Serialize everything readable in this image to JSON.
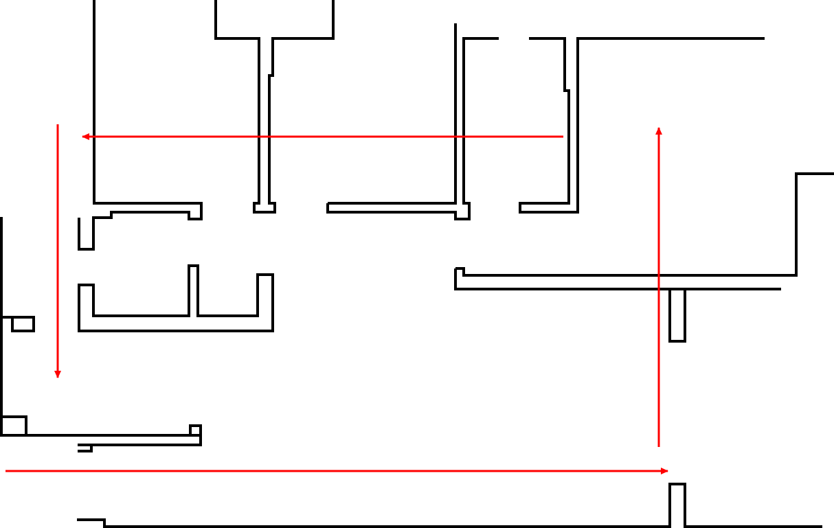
{
  "diagram": {
    "type": "floor-plan-route",
    "description_text": "",
    "colors": {
      "background": "#ffffff",
      "walls": "#000000",
      "route": "#ff0000"
    },
    "route_arrows": [
      {
        "id": "arrow-west-upper-corridor",
        "direction": "left"
      },
      {
        "id": "arrow-south-left-corridor",
        "direction": "down"
      },
      {
        "id": "arrow-east-lower-corridor",
        "direction": "right"
      },
      {
        "id": "arrow-north-right-corridor",
        "direction": "up"
      }
    ]
  }
}
